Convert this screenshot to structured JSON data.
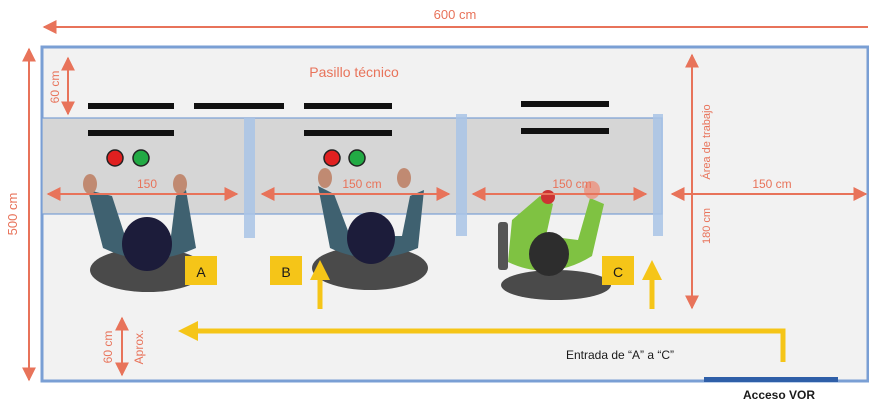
{
  "diagram": {
    "title_dim": "600 cm",
    "height_dim": "500 cm",
    "corridor": {
      "label": "Pasillo técnico",
      "depth": "60 cm"
    },
    "work_area": {
      "label": "Área de trabajo",
      "depth": "180 cm"
    },
    "positions": [
      {
        "letter": "A",
        "width": "150"
      },
      {
        "letter": "B",
        "width": "150 cm"
      },
      {
        "letter": "C",
        "width": "150 cm"
      }
    ],
    "free_space_width": "150 cm",
    "aisle": {
      "depth": "60 cm",
      "note": "Aprox."
    },
    "entry_label": "Entrada de “A” a “C”",
    "access_label": "Acceso VOR",
    "colors": {
      "dimension": "#e8735a",
      "wall": "#7a9fd4",
      "desk": "#d6d6d6",
      "marker": "#f5c518",
      "operator_a": "#3f6170",
      "operator_c": "#7fc242",
      "indicator_red": "#e02020",
      "indicator_green": "#22aa44"
    }
  }
}
